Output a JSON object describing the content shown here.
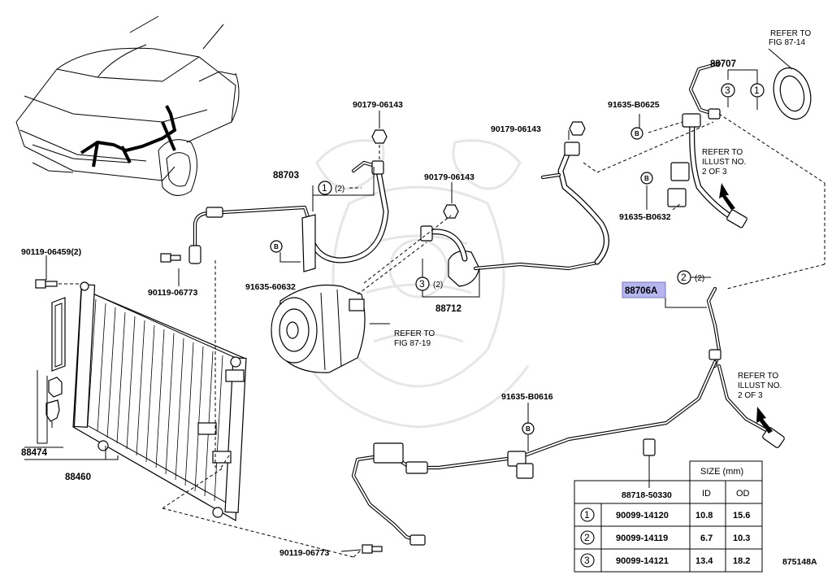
{
  "labels": {
    "p90179_a": "90179-06143",
    "p90179_b": "90179-06143",
    "p90179_c": "90179-06143",
    "p88703": "88703",
    "p91635_60632": "91635-60632",
    "p90119_06459": "90119-06459(2)",
    "p90119_06773_a": "90119-06773",
    "p90119_06773_b": "90119-06773",
    "p88712": "88712",
    "p88474": "88474",
    "p88460": "88460",
    "p88707": "88707",
    "p91635_b0625": "91635-B0625",
    "p91635_b0632": "91635-B0632",
    "p88706a": "88706A",
    "p91635_b0616": "91635-B0616",
    "p88718": "88718-50330",
    "fig_id": "875148A"
  },
  "qty": {
    "q2_a": "(2)",
    "q2_b": "(2)",
    "q2_c": "(2)"
  },
  "markers": {
    "one": "1",
    "two": "2",
    "three": "3",
    "b": "B"
  },
  "refs": {
    "fig_8714_l1": "REFER TO",
    "fig_8714_l2": "FIG 87-14",
    "fig_8719_l1": "REFER TO",
    "fig_8719_l2": "FIG 87-19",
    "illust_a_l1": "REFER TO",
    "illust_a_l2": "ILLUST NO.",
    "illust_a_l3": "2 OF 3",
    "illust_b_l1": "REFER TO",
    "illust_b_l2": "ILLUST NO.",
    "illust_b_l3": "2 OF 3"
  },
  "size_table": {
    "title": "SIZE (mm)",
    "col_id": "ID",
    "col_od": "OD",
    "rows": [
      {
        "key": "1",
        "part": "90099-14120",
        "id": "10.8",
        "od": "15.6"
      },
      {
        "key": "2",
        "part": "90099-14119",
        "id": "6.7",
        "od": "10.3"
      },
      {
        "key": "3",
        "part": "90099-14121",
        "id": "13.4",
        "od": "18.2"
      }
    ]
  },
  "colors": {
    "highlight": "#b7b5f0",
    "ink": "#000000",
    "watermark": "#e6e6e6"
  }
}
